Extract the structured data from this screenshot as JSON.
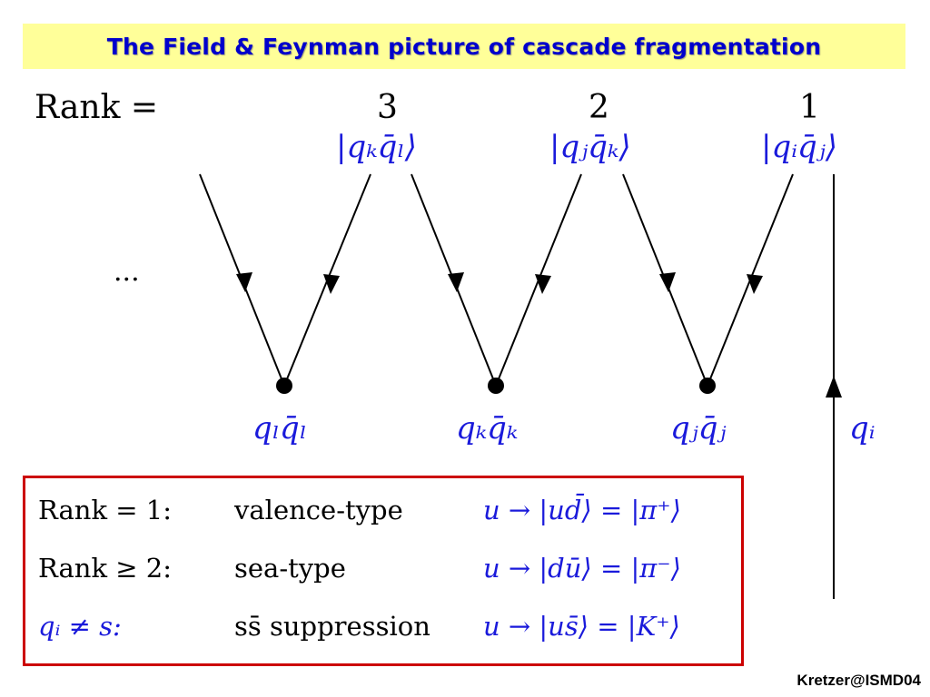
{
  "title": "The Field & Feynman picture of cascade fragmentation",
  "rank_label": "Rank =",
  "ranks": [
    "3",
    "2",
    "1"
  ],
  "states": [
    "|qₖq̄ₗ⟩",
    "|qⱼq̄ₖ⟩",
    "|qᵢq̄ⱼ⟩"
  ],
  "pairs": [
    "qₗq̄ₗ",
    "qₖq̄ₖ",
    "qⱼq̄ⱼ"
  ],
  "incoming_quark": "qᵢ",
  "ellipsis": "...",
  "table": [
    {
      "col1": "Rank = 1:",
      "col2": "valence-type",
      "col3": "u → |ud̄⟩ = |π⁺⟩"
    },
    {
      "col1": "Rank ≥ 2:",
      "col2": "sea-type",
      "col3": "u → |dū⟩ = |π⁻⟩"
    },
    {
      "col1": "qᵢ ≠ s:",
      "col2": "ss̄ suppression",
      "col3": "u → |us̄⟩ = |K⁺⟩"
    }
  ],
  "footer": "Kretzer@ISMD04",
  "colors": {
    "title_bg": "#ffff99",
    "title_text": "#0000cc",
    "math_blue": "#1a1adb",
    "box_border": "#cc0000"
  }
}
